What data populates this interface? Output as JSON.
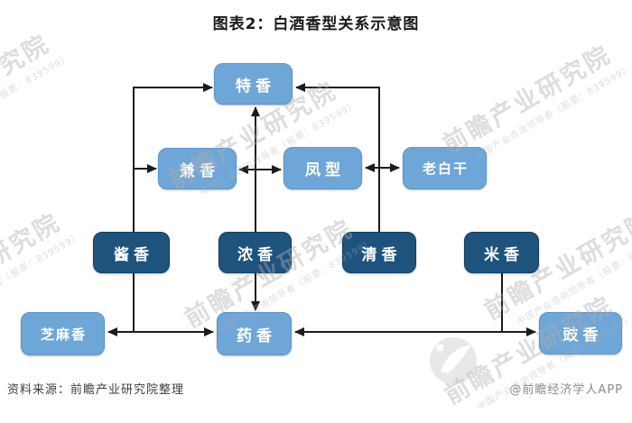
{
  "title": "图表2：白酒香型关系示意图",
  "footer": {
    "source": "资料来源：前瞻产业研究院整理",
    "credit": "@前瞻经济学人APP"
  },
  "watermark": {
    "text": "前瞻产业研究院",
    "subtext": "中国产业咨询领导者（股票：839599）"
  },
  "colors": {
    "light_box": "#6FA6D8",
    "dark_box": "#1E537E",
    "arrow_line": "#1c1c1c",
    "box_text": "#ffffff"
  },
  "diagram": {
    "nodes": [
      {
        "id": "texiang",
        "label": "特香",
        "tone": "light"
      },
      {
        "id": "jianxiang",
        "label": "兼香",
        "tone": "light"
      },
      {
        "id": "fengxing",
        "label": "凤型",
        "tone": "light"
      },
      {
        "id": "laobaigan",
        "label": "老白干",
        "tone": "light"
      },
      {
        "id": "jiangxiang",
        "label": "酱香",
        "tone": "dark"
      },
      {
        "id": "nongxiang",
        "label": "浓香",
        "tone": "dark"
      },
      {
        "id": "qingxiang",
        "label": "清香",
        "tone": "dark"
      },
      {
        "id": "mixiang",
        "label": "米香",
        "tone": "dark"
      },
      {
        "id": "zhimaxiang",
        "label": "芝麻香",
        "tone": "light"
      },
      {
        "id": "yaoxiang",
        "label": "药香",
        "tone": "light"
      },
      {
        "id": "chixiang",
        "label": "豉香",
        "tone": "light"
      }
    ],
    "edges": [
      {
        "from": "酱香",
        "to": "特香",
        "type": "arrow"
      },
      {
        "from": "酱香",
        "to": "兼香",
        "type": "arrow"
      },
      {
        "from": "浓香",
        "to": "特香",
        "type": "arrow"
      },
      {
        "from": "清香",
        "to": "特香",
        "type": "arrow"
      },
      {
        "from": "兼香",
        "to": "凤型",
        "type": "double-arrow"
      },
      {
        "from": "凤型",
        "to": "老白干",
        "type": "double-arrow"
      },
      {
        "from": "酱香",
        "to": "芝麻香",
        "type": "arrow"
      },
      {
        "from": "酱香",
        "to": "药香",
        "type": "arrow"
      },
      {
        "from": "浓香",
        "to": "药香",
        "type": "arrow"
      },
      {
        "from": "米香",
        "to": "药香",
        "type": "arrow"
      },
      {
        "from": "米香",
        "to": "豉香",
        "type": "arrow"
      }
    ]
  }
}
